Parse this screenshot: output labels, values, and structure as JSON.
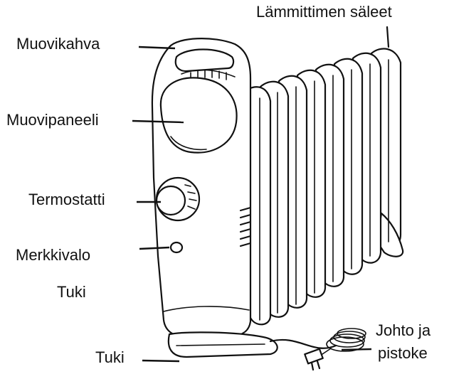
{
  "labels": {
    "radiator_fins": "Lämmittimen säleet",
    "plastic_handle": "Muovikahva",
    "plastic_panel": "Muovipaneeli",
    "thermostat": "Termostatti",
    "indicator_light": "Merkkivalo",
    "support_upper": "Tuki",
    "support_lower": "Tuki",
    "cord_line1": "Johto ja",
    "cord_line2": "pistoke"
  },
  "colors": {
    "line": "#111111",
    "background": "#ffffff"
  }
}
